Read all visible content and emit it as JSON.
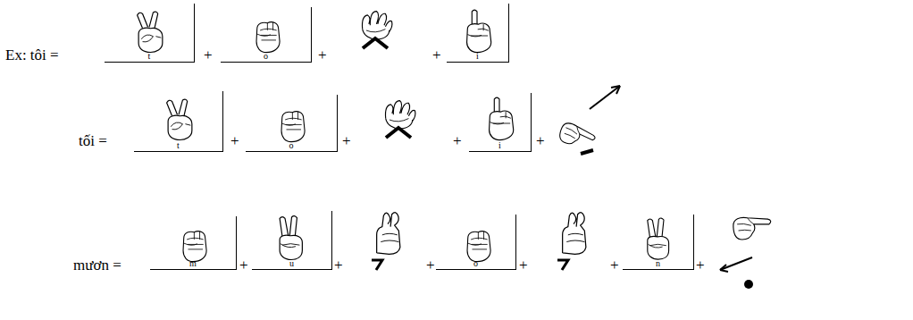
{
  "diagram": {
    "nodes": [
      {
        "text": [
          "t"
        ]
      },
      {
        "text": [
          "o"
        ]
      },
      {
        "text": [
          "i"
        ]
      },
      {
        "text": [
          "t"
        ]
      },
      {
        "text": [
          "o"
        ]
      },
      {
        "text": [
          "i"
        ]
      },
      {
        "text": [
          "m"
        ]
      },
      {
        "text": [
          "u"
        ]
      },
      {
        "text": [
          "o"
        ]
      },
      {
        "text": [
          "n"
        ]
      }
    ],
    "labels": [
      "Ex: tôi =",
      "+",
      "+",
      "+",
      "tối =",
      "+",
      "+",
      "+",
      "+",
      "mươn =",
      "+",
      "+",
      "+",
      "+",
      "+",
      "+"
    ]
  }
}
